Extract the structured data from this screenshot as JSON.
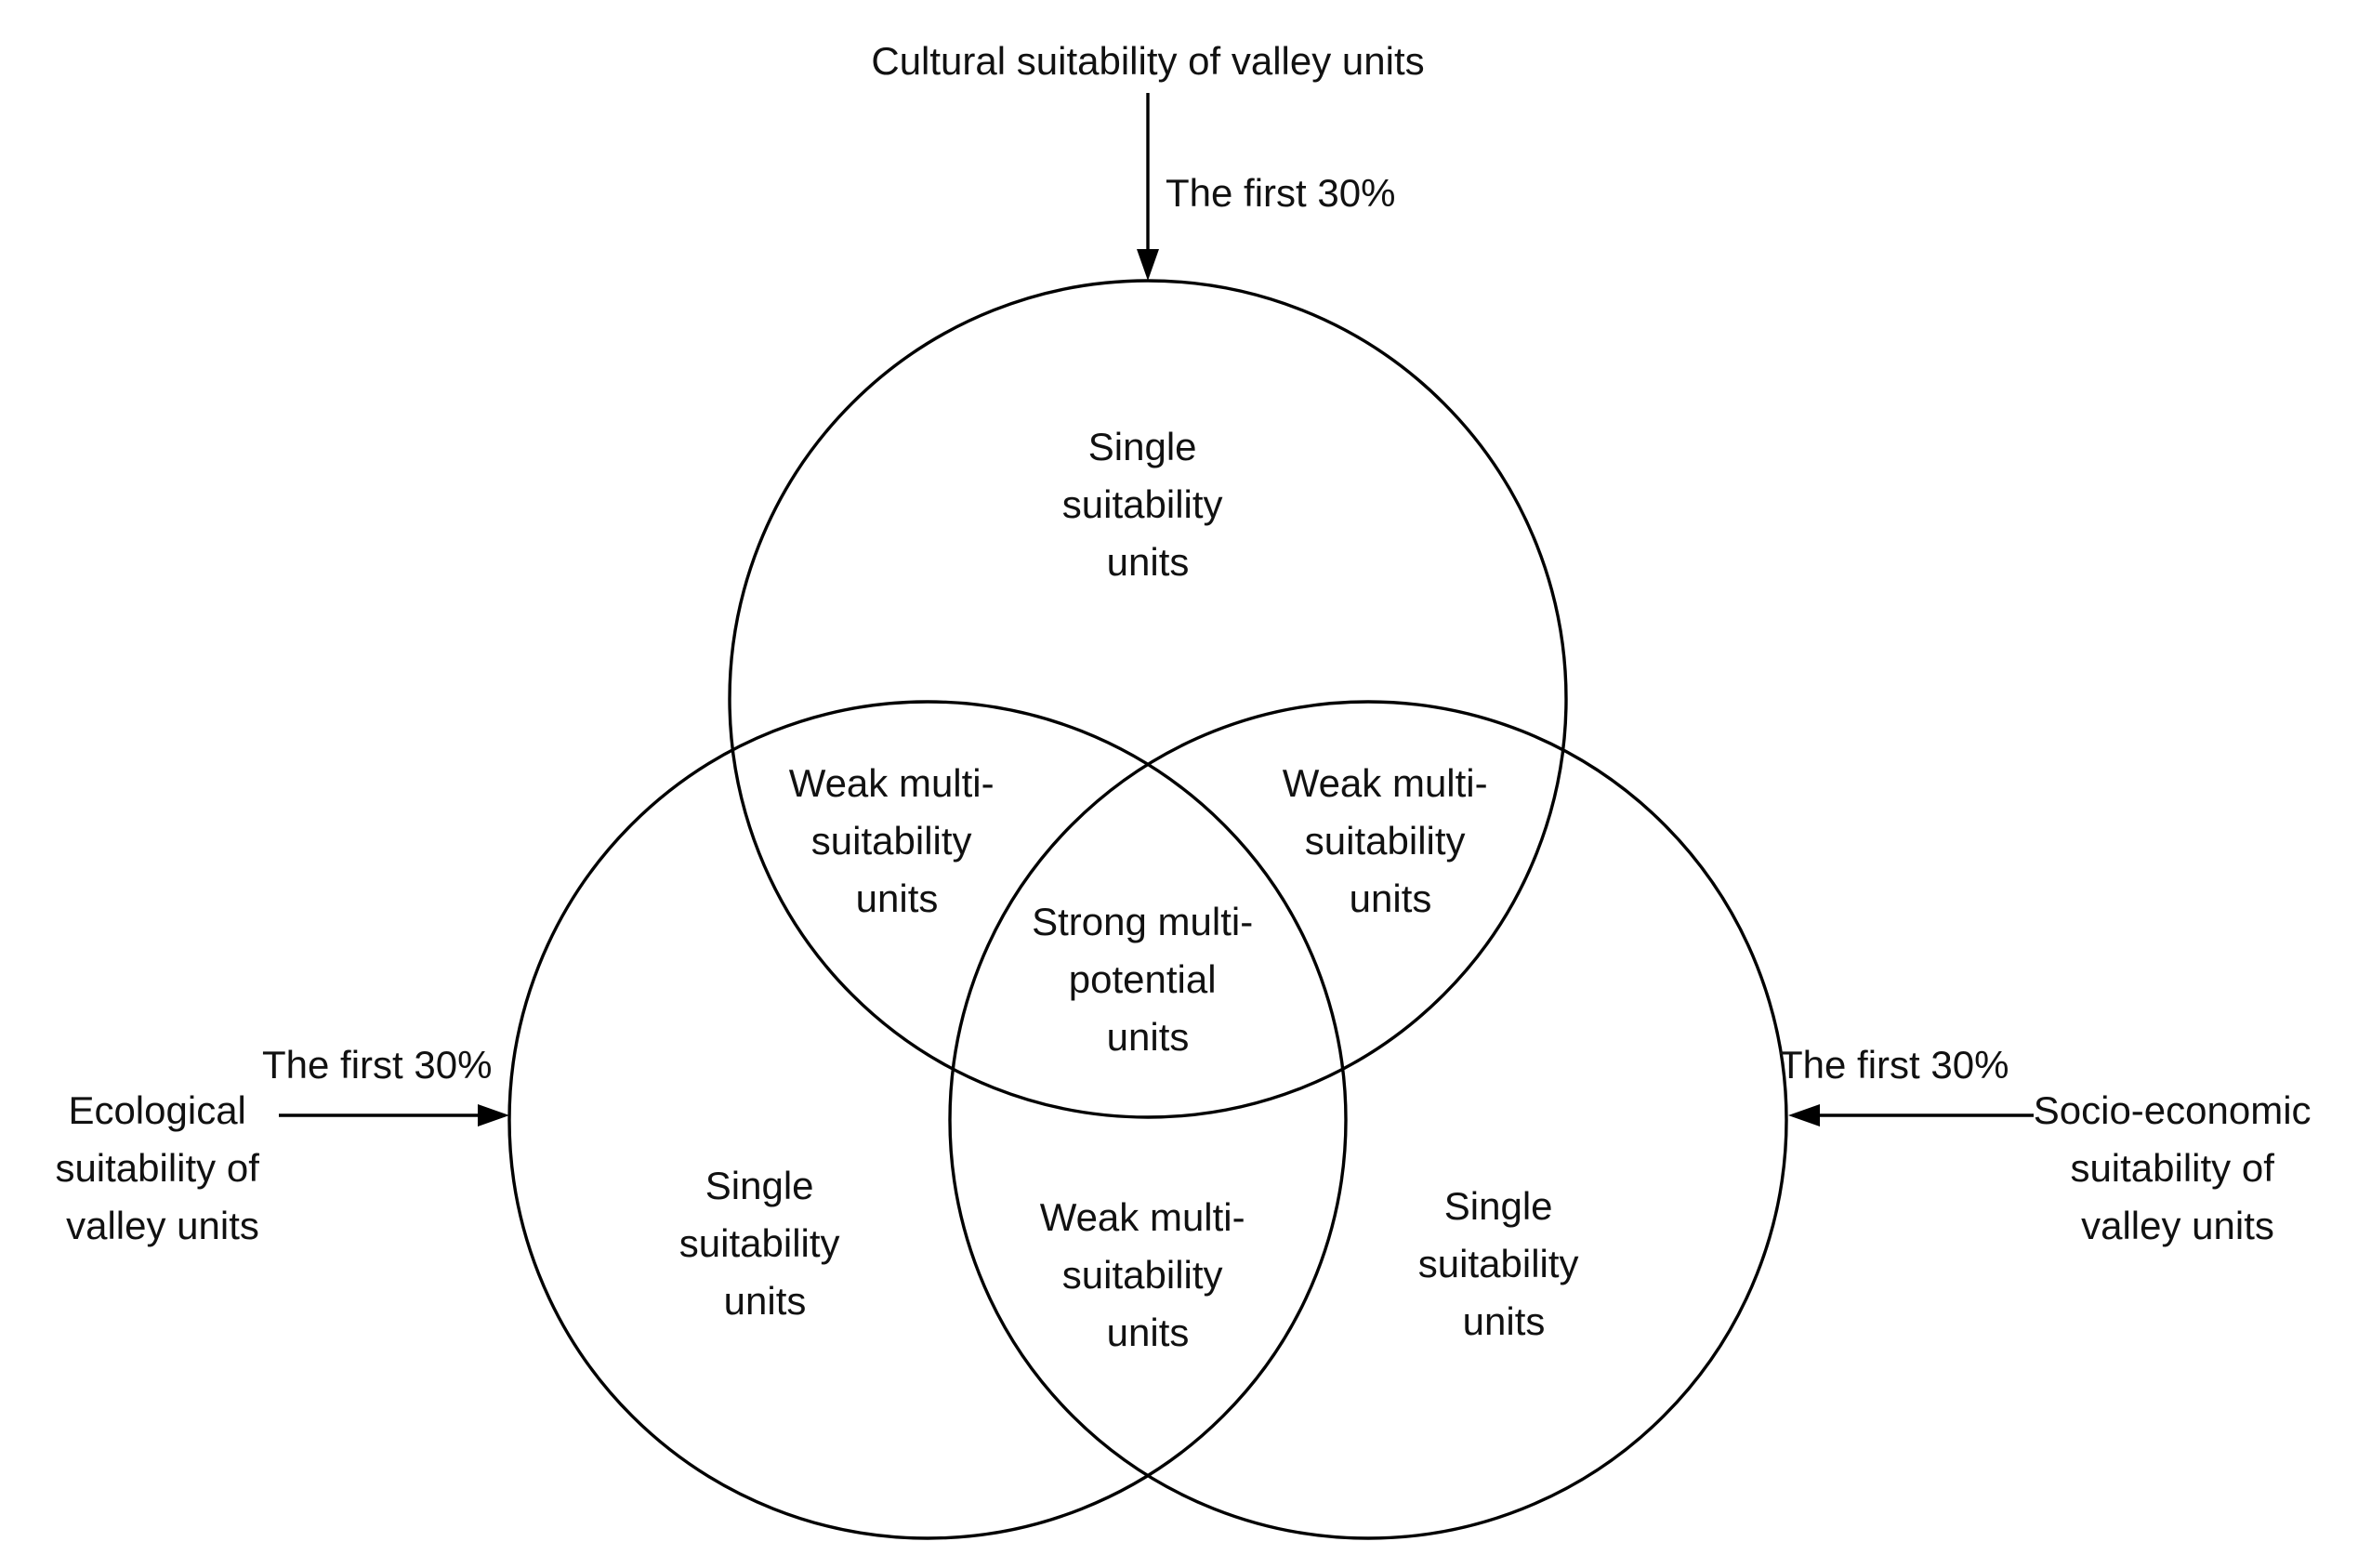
{
  "diagram": {
    "inputs": {
      "cultural": {
        "label": "Cultural suitability of valley units",
        "threshold": "The first 30%"
      },
      "ecological": {
        "label": [
          "Ecological",
          "suitability of",
          "valley units"
        ],
        "threshold": "The first 30%"
      },
      "socioeconomic": {
        "label": [
          "Socio-economic",
          "suitability of",
          "valley units"
        ],
        "threshold": "The first 30%"
      }
    },
    "regions": {
      "top_single": [
        "Single",
        "suitability",
        "units"
      ],
      "left_single": [
        "Single",
        "suitability",
        "units"
      ],
      "right_single": [
        "Single",
        "suitability",
        "units"
      ],
      "top_left_overlap": [
        "Weak multi-",
        "suitability",
        "units"
      ],
      "top_right_overlap": [
        "Weak multi-",
        "suitability",
        "units"
      ],
      "bottom_overlap": [
        "Weak multi-",
        "suitability",
        "units"
      ],
      "center": [
        "Strong multi-",
        "potential",
        "units"
      ]
    },
    "colors": {
      "stroke": "#000000",
      "text": "#111111",
      "background": "#ffffff"
    }
  }
}
